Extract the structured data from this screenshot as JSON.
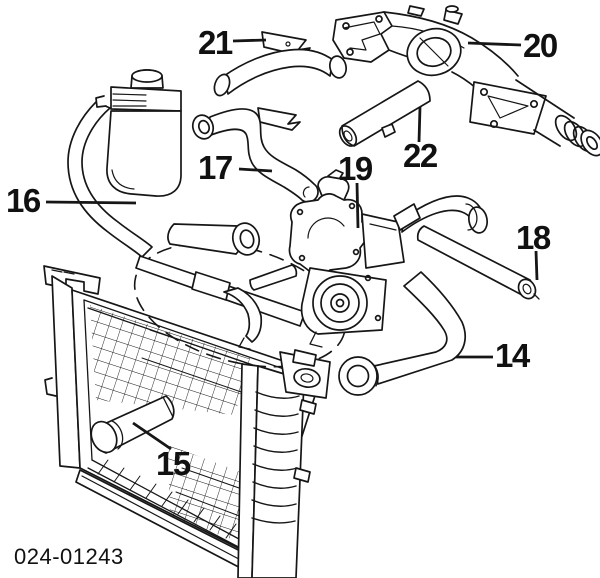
{
  "diagram": {
    "part_code": "024-01243",
    "callouts": [
      {
        "number": "14"
      },
      {
        "number": "15"
      },
      {
        "number": "16"
      },
      {
        "number": "17"
      },
      {
        "number": "18"
      },
      {
        "number": "19"
      },
      {
        "number": "20"
      },
      {
        "number": "21"
      },
      {
        "number": "22"
      }
    ],
    "colors": {
      "line": "#161616",
      "background": "#ffffff"
    }
  }
}
